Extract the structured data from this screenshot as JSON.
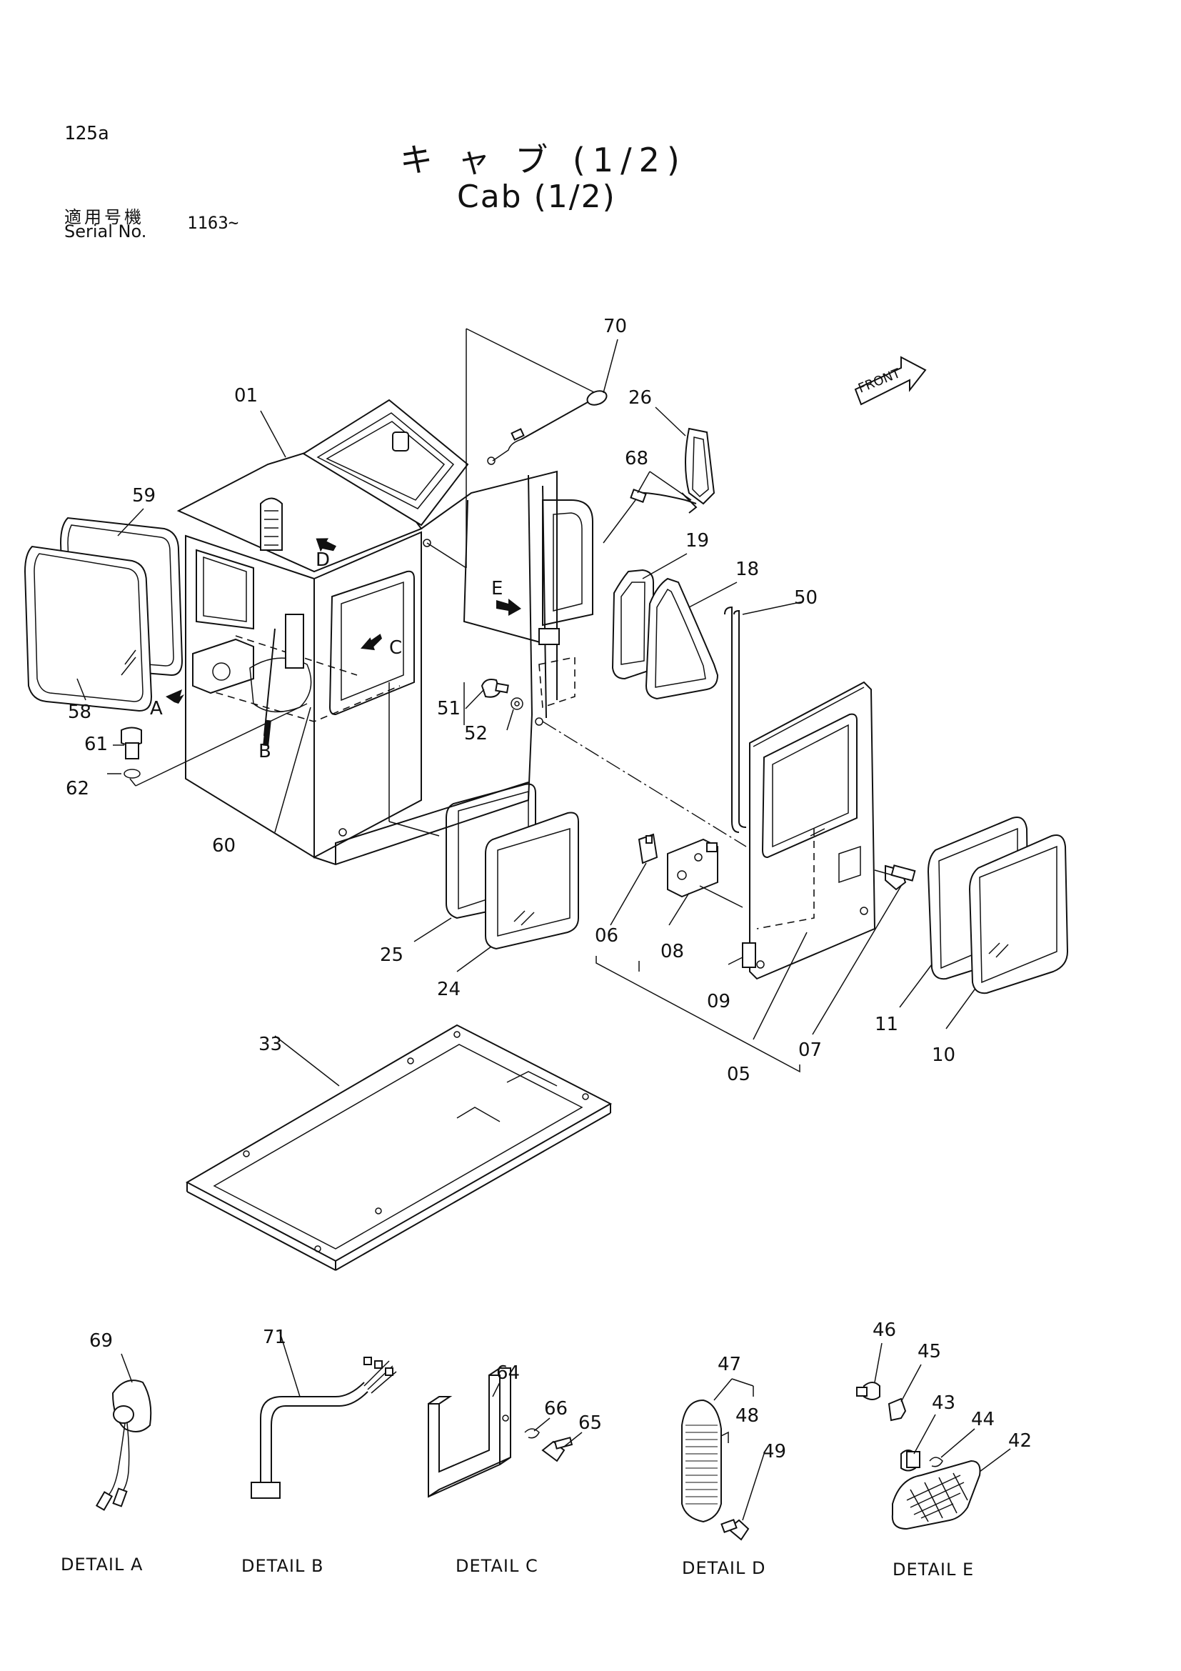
{
  "header": {
    "page_id": "125a",
    "title_jp": "キ ャ ブ (1/2)",
    "title_en": "Cab (1/2)",
    "serial_label_jp": "適用号機",
    "serial_label_en": "Serial No.",
    "serial_value": "1163~"
  },
  "front_marker": "FRONT",
  "callouts": {
    "p01": "01",
    "p05": "05",
    "p06": "06",
    "p07": "07",
    "p08": "08",
    "p09": "09",
    "p10": "10",
    "p11": "11",
    "p18": "18",
    "p19": "19",
    "p24": "24",
    "p25": "25",
    "p26": "26",
    "p33": "33",
    "p42": "42",
    "p43": "43",
    "p44": "44",
    "p45": "45",
    "p46": "46",
    "p47": "47",
    "p48": "48",
    "p49": "49",
    "p50": "50",
    "p51": "51",
    "p52": "52",
    "p58": "58",
    "p59": "59",
    "p60": "60",
    "p61": "61",
    "p62": "62",
    "p64": "64",
    "p65": "65",
    "p66": "66",
    "p68": "68",
    "p69": "69",
    "p70": "70",
    "p71": "71"
  },
  "view_markers": {
    "a": "A",
    "b": "B",
    "c": "C",
    "d": "D",
    "e": "E"
  },
  "details": {
    "a": "DETAIL A",
    "b": "DETAIL B",
    "c": "DETAIL C",
    "d": "DETAIL D",
    "e": "DETAIL E"
  }
}
